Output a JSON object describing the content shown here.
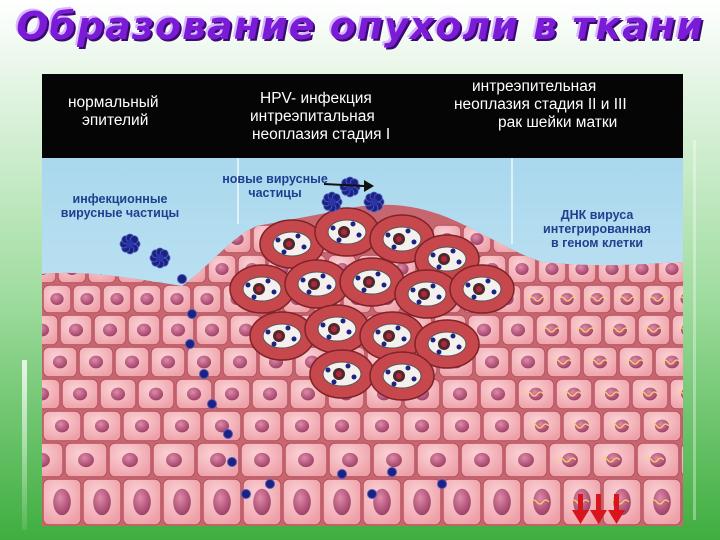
{
  "title": "Образование опухоли в ткани",
  "header": {
    "col1": [
      "нормальный",
      "эпителий"
    ],
    "col2": [
      "HPV- инфекция",
      "интреэпитальная",
      "неоплазия стадия I"
    ],
    "col3": [
      "интреэпительная",
      "неоплазия стадия II и III",
      "рак шейки матки"
    ]
  },
  "labels": {
    "infection_particles": [
      "инфекционные",
      "вирусные частицы"
    ],
    "new_particles": [
      "новые вирусные",
      "частицы"
    ],
    "dna_integrated": [
      "ДНК вируса",
      "интегрированная",
      "в геном клетки"
    ]
  },
  "colors": {
    "title": "#7a1bd6",
    "header_band": "#050505",
    "water": "#bfe4f3",
    "tissue": "#e77f88",
    "cell_fill": "#f4b6bb",
    "nucleus": "#b8577c",
    "infected_cell": "#c7484c",
    "virus": "#1c2280",
    "arrow_red": "#d8141c",
    "label_blue": "#1f3f8f"
  }
}
